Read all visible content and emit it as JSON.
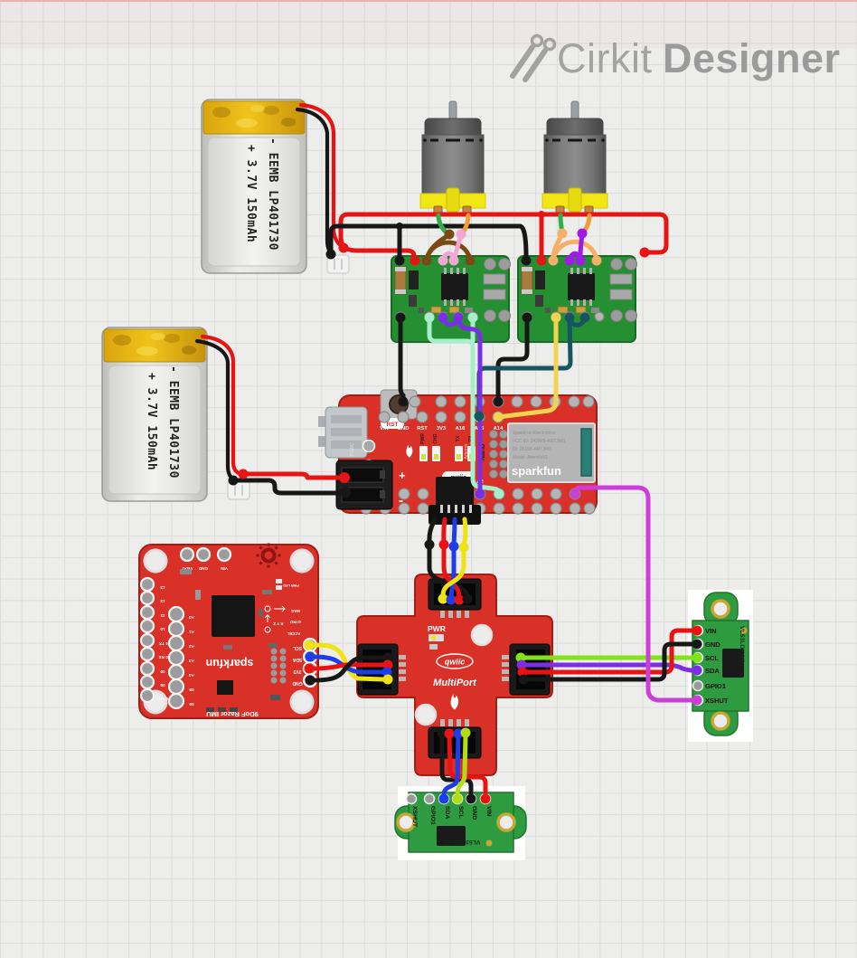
{
  "brand": {
    "light": "Cirkit",
    "bold": "Designer"
  },
  "battery1": {
    "line1": "- EEMB LP401730",
    "line2": "+ 3.7V 150mAh"
  },
  "battery2": {
    "line1": "- EEMB LP401730",
    "line2": "+ 3.7V 150mAh"
  },
  "artemis": {
    "top_pins": [
      "VIN",
      "GND",
      "RST",
      "3V3",
      "A16",
      "A15",
      "A14"
    ],
    "leds": [
      "PWR",
      "CHG",
      "TX",
      "RX"
    ],
    "rst": "RST",
    "pswc": "PSWC",
    "mic": "MIC",
    "bottom_pins": [
      "A0",
      "A1",
      "A2"
    ],
    "qwiic": "qwiic",
    "artemis": "Artemis",
    "nano": "Nano",
    "plus": "+",
    "minus": "-",
    "shield": [
      "SparkFun Electronics",
      "FCC ID: 2ASW8-ART3MS",
      "ID: 25155-ART3MS",
      "Model: ArtemisV1"
    ],
    "sparkfun": "sparkfun"
  },
  "imu": {
    "title": "9DoF Razor IMU",
    "sparkfun": "sparkfun",
    "top_pins": [
      "VBAT",
      "GND",
      "VIN"
    ],
    "left_pins": [
      "13",
      "12",
      "11",
      "10",
      "01 TX",
      "00 RX",
      "09",
      "06",
      "GND"
    ],
    "inner_pins": [
      "A0",
      "A1",
      "A2",
      "A3",
      "A4",
      "08",
      "06"
    ],
    "right_pins": [
      "SCL",
      "SDA",
      "3V3",
      "GND"
    ],
    "axes": [
      "MAG",
      "GYRO",
      "ACCEL"
    ],
    "xyz": "X Y Z",
    "pwr_led": "PWR LED"
  },
  "multiport": {
    "pwr": "PWR",
    "qwiic": "qwiic",
    "name": "MultiPort"
  },
  "tof": {
    "name": "VL53LOX-V2",
    "pins": [
      "VIN",
      "GND",
      "SCL",
      "SDA",
      "GPIO1",
      "XSHUT"
    ]
  },
  "wire_colors": {
    "power_positive": "#e81414",
    "ground": "#171717",
    "scl_yellow": "#f0e312",
    "sda_blue": "#1d3de8",
    "scl_lime": "#82e317",
    "sda_purple": "#7a2fe2",
    "scl_yellow_green": "#b4dc16",
    "xshut_magenta": "#cb3fd6",
    "motor_a": "#7a4a16",
    "motor_b": "#f2a6d2",
    "motor_c": "#f5af67",
    "motor_d": "#a21ae8",
    "signal_mint": "#a6efc9",
    "signal_teal": "#175560",
    "signal_yellow": "#f3d34f",
    "motor_lead_green": "#2fae4a",
    "motor_lead_orange": "#f09a38",
    "board_red": "#d93128",
    "pcb_green": "#2f9b41",
    "logo_gray": "#a2a2a2"
  }
}
